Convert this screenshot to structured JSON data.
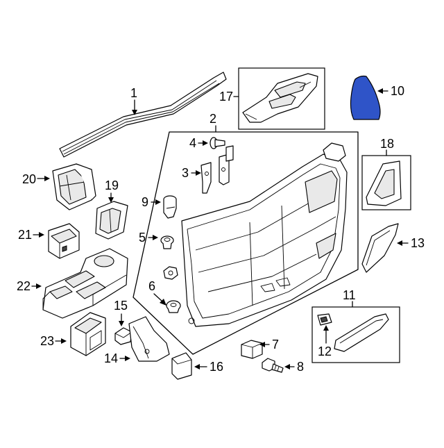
{
  "highlight_color": "#2f54c8",
  "callouts": [
    {
      "id": "c1",
      "text": "1"
    },
    {
      "id": "c2",
      "text": "2"
    },
    {
      "id": "c3",
      "text": "3"
    },
    {
      "id": "c4",
      "text": "4"
    },
    {
      "id": "c5",
      "text": "5"
    },
    {
      "id": "c6",
      "text": "6"
    },
    {
      "id": "c7",
      "text": "7"
    },
    {
      "id": "c8",
      "text": "8"
    },
    {
      "id": "c9",
      "text": "9"
    },
    {
      "id": "c10",
      "text": "10"
    },
    {
      "id": "c11",
      "text": "11"
    },
    {
      "id": "c12",
      "text": "12"
    },
    {
      "id": "c13",
      "text": "13"
    },
    {
      "id": "c14",
      "text": "14"
    },
    {
      "id": "c15",
      "text": "15"
    },
    {
      "id": "c16",
      "text": "16"
    },
    {
      "id": "c17",
      "text": "17"
    },
    {
      "id": "c18",
      "text": "18"
    },
    {
      "id": "c19",
      "text": "19"
    },
    {
      "id": "c20",
      "text": "20"
    },
    {
      "id": "c21",
      "text": "21"
    },
    {
      "id": "c22",
      "text": "22"
    },
    {
      "id": "c23",
      "text": "23"
    }
  ]
}
